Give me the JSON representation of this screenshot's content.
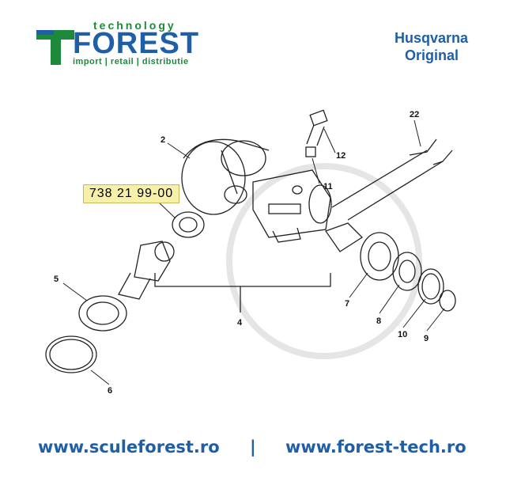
{
  "header": {
    "logo_technology": "technology",
    "logo_brand": "FOREST",
    "logo_tagline": "import | retail | distributie",
    "brand_line1": "Husqvarna",
    "brand_line2": "Original"
  },
  "part_code": "738 21 99-00",
  "callouts": {
    "c2": "2",
    "c4": "4",
    "c5": "5",
    "c6": "6",
    "c7": "7",
    "c8": "8",
    "c9": "9",
    "c10": "10",
    "c11": "11",
    "c12": "12",
    "c22": "22"
  },
  "footer": {
    "url_left": "www.sculeforest.ro",
    "separator": "|",
    "url_right": "www.forest-tech.ro"
  },
  "colors": {
    "brand_blue": "#1f5fa8",
    "brand_green": "#1c8a3a",
    "highlight": "#f7f0a8"
  }
}
